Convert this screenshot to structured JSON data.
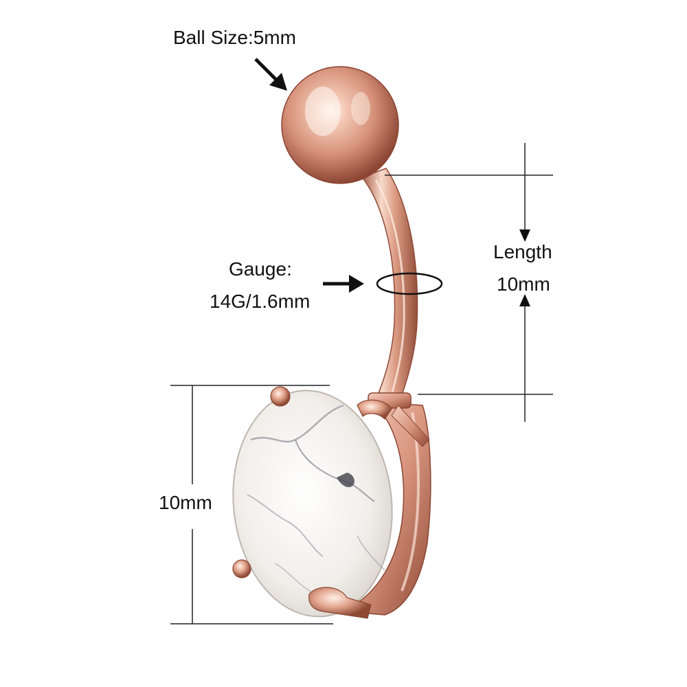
{
  "labels": {
    "ball_size": "Ball Size:5mm",
    "gauge_title": "Gauge:",
    "gauge_value": "14G/1.6mm",
    "length_title": "Length",
    "length_value": "10mm",
    "gem_height": "10mm"
  },
  "colors": {
    "rose_gold_light": "#f6d2c2",
    "rose_gold_mid": "#e0a088",
    "rose_gold_dark": "#9a4f3a",
    "stone_white": "#f4f2ef",
    "stone_vein": "#8e8e96",
    "ink": "#111111"
  }
}
